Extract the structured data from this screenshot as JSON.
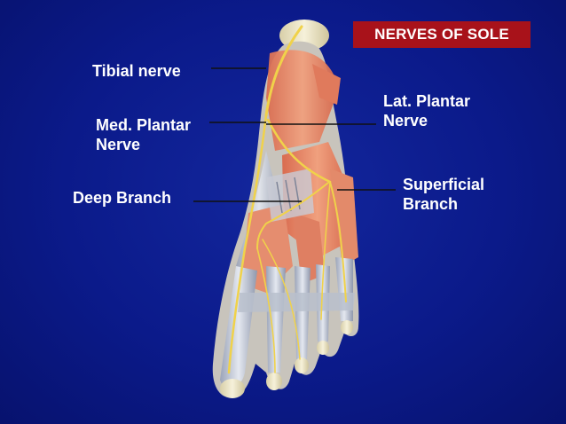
{
  "title": "NERVES OF SOLE",
  "colors": {
    "background": "#0b1a8a",
    "title_badge": "#a8121a",
    "label_text": "#ffffff",
    "muscle": "#e8886a",
    "bone": "#eee8c8",
    "nerve": "#f0d24a"
  },
  "labels": {
    "tibial": [
      "Tibial nerve"
    ],
    "medial_plantar": [
      "Med. Plantar",
      "Nerve"
    ],
    "deep_branch": [
      "Deep Branch"
    ],
    "lateral_plantar": [
      "Lat. Plantar",
      "Nerve"
    ],
    "superficial_branch": [
      "Superficial",
      "Branch"
    ]
  }
}
